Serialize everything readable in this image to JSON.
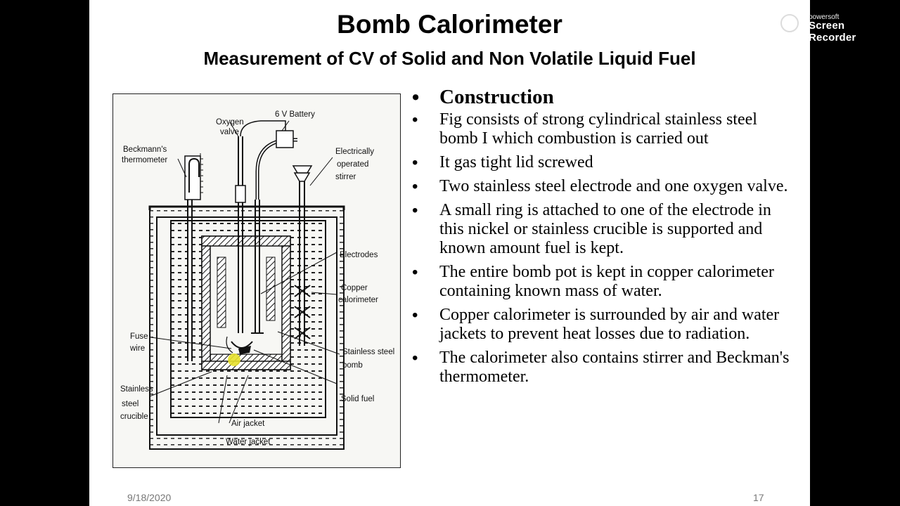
{
  "slide": {
    "title": "Bomb Calorimeter",
    "subtitle": "Measurement of CV of Solid and Non Volatile Liquid Fuel",
    "bullets": [
      "Construction",
      "Fig consists of strong cylindrical stainless steel bomb I which combustion is carried out",
      "It gas tight lid screwed",
      "Two stainless steel electrode and one oxygen valve.",
      "A small ring is attached to one of the electrode in this nickel or stainless crucible is supported and known amount fuel is kept.",
      "The entire bomb pot is kept in copper calorimeter containing known mass of water.",
      "Copper calorimeter is surrounded by air and water jackets to prevent heat losses due to radiation.",
      "The calorimeter also contains stirrer and Beckman's thermometer."
    ],
    "footer": {
      "date": "9/18/2020",
      "page": "17"
    }
  },
  "figure": {
    "labels": {
      "battery": "6 V Battery",
      "oxygen1": "Oxygen",
      "oxygen2": "valve",
      "beckmann1": "Beckmann's",
      "beckmann2": "thermometer",
      "stirrer1": "Electrically",
      "stirrer2": "operated",
      "stirrer3": "stirrer",
      "electrodes": "Electrodes",
      "copper1": "Copper",
      "copper2": "calorimeter",
      "fuse1": "Fuse",
      "fuse2": "wire",
      "steelbomb1": "Stainless steel",
      "steelbomb2": "bomb",
      "crucible1": "Stainless",
      "crucible2": "steel",
      "crucible3": "crucible",
      "solidfuel": "Solid fuel",
      "airjacket": "Air jacket",
      "waterjacket": "Water jacket"
    }
  },
  "watermark": {
    "line1": "powersoft",
    "line2": "Screen Recorder"
  }
}
